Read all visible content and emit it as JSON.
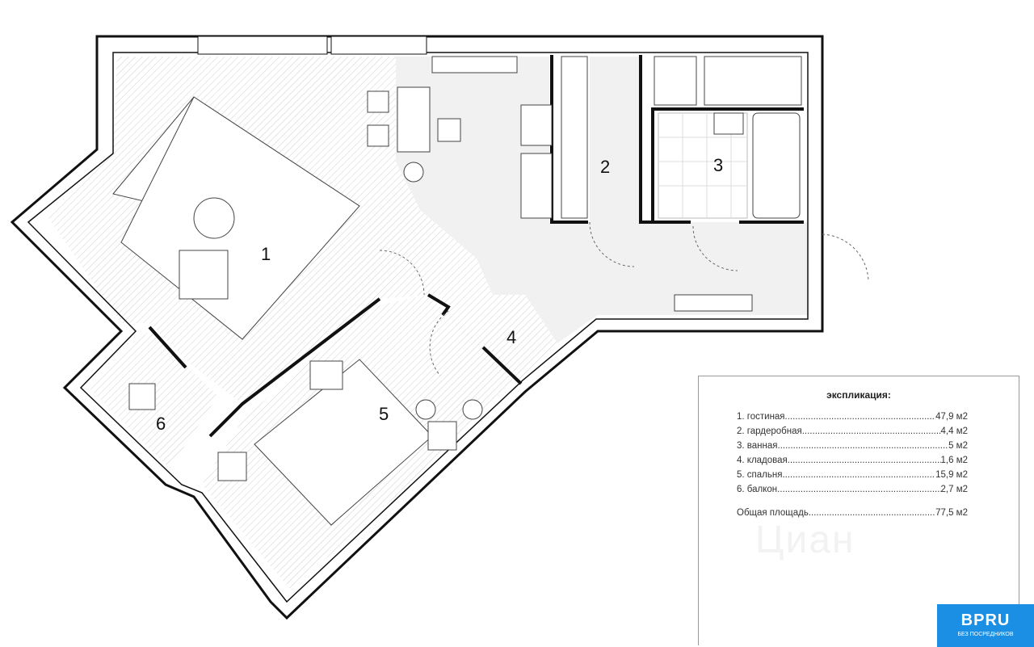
{
  "rooms": [
    "1",
    "2",
    "3",
    "4",
    "5",
    "6"
  ],
  "legend": {
    "title": "экспликация:",
    "items": [
      {
        "label": "1. гостиная",
        "value": "47,9 м2"
      },
      {
        "label": "2. гардеробная",
        "value": "4,4 м2"
      },
      {
        "label": "3. ванная ",
        "value": "5 м2"
      },
      {
        "label": "4. кладовая ",
        "value": "1,6 м2"
      },
      {
        "label": "5. спальня ",
        "value": "15,9 м2"
      },
      {
        "label": "6. балкон",
        "value": "2,7 м2"
      }
    ],
    "total": {
      "label": "Общая площадь",
      "value": "77,5 м2"
    },
    "watermark": "Циан"
  },
  "logo": {
    "name": "BPRU",
    "tagline": "БЕЗ ПОСРЕДНИКОВ",
    "color": "#1a8fe3"
  }
}
